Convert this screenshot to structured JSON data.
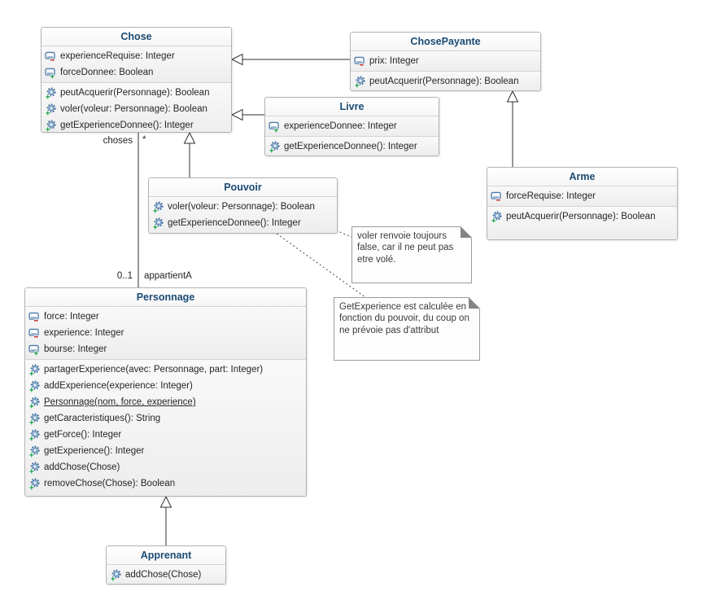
{
  "diagram_title": "UML class diagram",
  "colors": {
    "class_title_text": "#1a4a73",
    "box_border": "#b3b3b3",
    "box_fill": "#f1f1f1",
    "edge_line": "#2f2f2f",
    "note_fold": "#848484",
    "attribute_icon_blue": "#4a7aa8",
    "gear_icon_blue": "#46719c",
    "badge_public_green": "#1f9d49",
    "badge_private_red": "#c43b3b"
  },
  "classes": {
    "chose": {
      "title": "Chose",
      "attributes": [
        {
          "text": "experienceRequise: Integer",
          "visibility": "private"
        },
        {
          "text": "forceDonnee: Boolean",
          "visibility": "public"
        }
      ],
      "methods": [
        {
          "text": "peutAcquerir(Personnage): Boolean",
          "visibility": "public"
        },
        {
          "text": "voler(voleur: Personnage): Boolean",
          "visibility": "public"
        },
        {
          "text": "getExperienceDonnee(): Integer",
          "visibility": "public"
        }
      ]
    },
    "chosePayante": {
      "title": "ChosePayante",
      "attributes": [
        {
          "text": "prix: Integer",
          "visibility": "private"
        }
      ],
      "methods": [
        {
          "text": "peutAcquerir(Personnage): Boolean",
          "visibility": "public"
        }
      ]
    },
    "livre": {
      "title": "Livre",
      "attributes": [
        {
          "text": "experienceDonnee: Integer",
          "visibility": "public"
        }
      ],
      "methods": [
        {
          "text": "getExperienceDonnee(): Integer",
          "visibility": "public"
        }
      ]
    },
    "arme": {
      "title": "Arme",
      "attributes": [
        {
          "text": "forceRequise: Integer",
          "visibility": "private"
        }
      ],
      "methods": [
        {
          "text": "peutAcquerir(Personnage): Boolean",
          "visibility": "public"
        }
      ]
    },
    "pouvoir": {
      "title": "Pouvoir",
      "methods": [
        {
          "text": "voler(voleur: Personnage): Boolean",
          "visibility": "public"
        },
        {
          "text": "getExperienceDonnee(): Integer",
          "visibility": "public"
        }
      ]
    },
    "personnage": {
      "title": "Personnage",
      "attributes": [
        {
          "text": "force: Integer",
          "visibility": "private"
        },
        {
          "text": "experience: Integer",
          "visibility": "private"
        },
        {
          "text": "bourse: Integer",
          "visibility": "public"
        }
      ],
      "methods": [
        {
          "text": "partagerExperience(avec: Personnage, part: Integer)",
          "visibility": "public"
        },
        {
          "text": "addExperience(experience: Integer)",
          "visibility": "public"
        },
        {
          "text": "Personnage(nom, force, experience)",
          "visibility": "public",
          "static": true
        },
        {
          "text": "getCaracteristiques(): String",
          "visibility": "public"
        },
        {
          "text": "getForce(): Integer",
          "visibility": "public"
        },
        {
          "text": "getExperience(): Integer",
          "visibility": "public"
        },
        {
          "text": "addChose(Chose)",
          "visibility": "public"
        },
        {
          "text": "removeChose(Chose): Boolean",
          "visibility": "public"
        }
      ]
    },
    "apprenant": {
      "title": "Apprenant",
      "methods": [
        {
          "text": "addChose(Chose)",
          "visibility": "public"
        }
      ]
    }
  },
  "association": {
    "source_role": "choses",
    "source_card": "*",
    "target_card": "0..1",
    "name": "appartientA"
  },
  "notes": [
    {
      "text": "voler renvoie toujours false, car il ne peut pas etre volé."
    },
    {
      "text": "GetExperience est calculée en fonction du pouvoir, du coup on ne prévoie pas d'attribut"
    }
  ]
}
